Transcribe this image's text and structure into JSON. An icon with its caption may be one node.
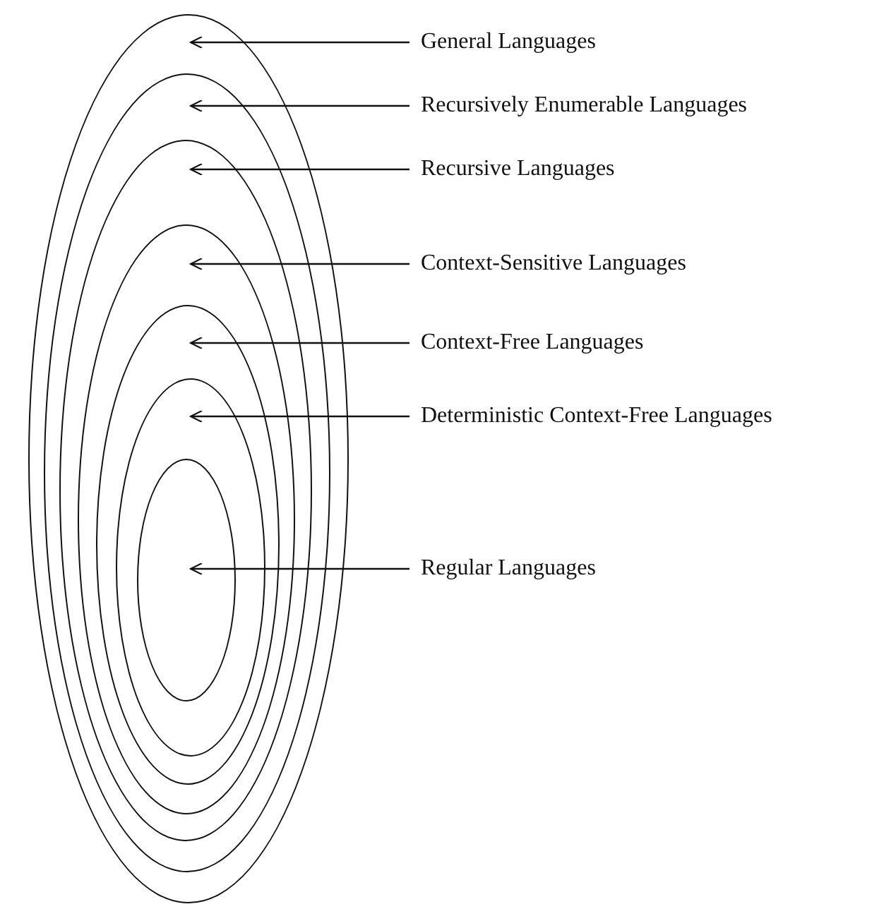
{
  "diagram": {
    "nodes": [
      {
        "text": [],
        "shape": "ellipse"
      },
      {
        "text": [],
        "shape": "ellipse",
        "in": 0
      },
      {
        "text": [],
        "shape": "ellipse",
        "in": 1
      },
      {
        "text": [],
        "shape": "ellipse",
        "in": 2
      },
      {
        "text": [],
        "shape": "ellipse",
        "in": 3
      },
      {
        "text": [],
        "shape": "ellipse",
        "in": 4
      },
      {
        "text": [],
        "shape": "ellipse",
        "in": 5
      },
      {
        "text": [
          "General Languages"
        ]
      },
      {
        "text": [
          "Recursively Enumerable Languages"
        ]
      },
      {
        "text": [
          "Recursive Languages"
        ]
      },
      {
        "text": [
          "Context-Sensitive Languages"
        ]
      },
      {
        "text": [
          "Context-Free Languages"
        ]
      },
      {
        "text": [
          "Deterministic Context-Free Languages"
        ]
      },
      {
        "text": [
          "Regular Languages"
        ]
      }
    ],
    "edges": [
      {
        "from": 7,
        "to": 0,
        "arrow": "to"
      },
      {
        "from": 8,
        "to": 1,
        "arrow": "to"
      },
      {
        "from": 9,
        "to": 2,
        "arrow": "to"
      },
      {
        "from": 10,
        "to": 3,
        "arrow": "to"
      },
      {
        "from": 11,
        "to": 4,
        "arrow": "to"
      },
      {
        "from": 12,
        "to": 5,
        "arrow": "to"
      },
      {
        "from": 13,
        "to": 6,
        "arrow": "to"
      }
    ]
  }
}
